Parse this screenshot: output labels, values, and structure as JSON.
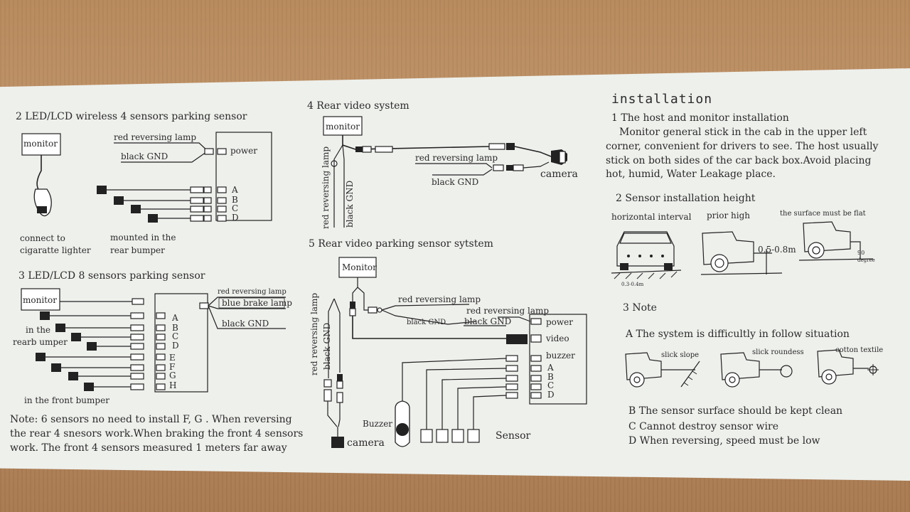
{
  "section1": {
    "title": "2 LED/LCD wireless 4 sensors parking sensor",
    "monitor": "monitor",
    "red_wire": "red reversing lamp",
    "black_wire": "black GND",
    "power": "power",
    "ports": [
      "A",
      "B",
      "C",
      "D"
    ],
    "cig_caption": [
      "connect to",
      "cigaratte lighter"
    ],
    "bumper_caption": [
      "mounted in the",
      "rear bumper"
    ]
  },
  "section2": {
    "title": "3 LED/LCD 8 sensors parking sensor",
    "monitor": "monitor",
    "red_wire": "red reversing lamp",
    "blue_wire": "blue brake lamp",
    "black_wire": "black GND",
    "ports": [
      "A",
      "B",
      "C",
      "D",
      "E",
      "F",
      "G",
      "H"
    ],
    "rear_caption": [
      "in the",
      "rearb umper"
    ],
    "front_caption": "in the front bumper",
    "note": [
      "Note: 6 sensors no need to install F, G . When reversing",
      "the rear 4 snesors work.When braking the front 4 sensors",
      "work. The front 4 sensors measured 1 meters far away"
    ]
  },
  "section3": {
    "title": "4 Rear video system",
    "monitor": "monitor",
    "red_wire": "red reversing lamp",
    "black_wire": "black GND",
    "vert_red": "red reversing lamp",
    "vert_black": "black GND",
    "camera": "camera"
  },
  "section4": {
    "title": "5 Rear video parking sensor sytstem",
    "monitor": "Monitor",
    "red_wire_1": "red reversing lamp",
    "black_wire_1": "black GND",
    "red_wire_2": "red reversing lamp",
    "black_wire_2": "black GND",
    "vert_red": "red reversing lamp",
    "vert_black": "black GND",
    "ports": [
      "power",
      "video",
      "buzzer",
      "A",
      "B",
      "C",
      "D"
    ],
    "buzzer": "Buzzer",
    "camera": "camera",
    "sensor": "Sensor"
  },
  "installation": {
    "title": "installation",
    "sub1": "1 The host and monitor installation",
    "para": [
      "Monitor general stick in the cab in the upper left",
      "corner, convenient for drivers to see. The host usually",
      "stick on both sides of the car back box.Avoid placing",
      "hot, humid, Water Leakage place."
    ],
    "sub2": "2 Sensor installation height",
    "fig_labels": [
      "horizontal interval",
      "prior high",
      "the surface must be flat"
    ],
    "range": "0.5-0.8m",
    "spacing": "0.3-0.4m",
    "angle_num": "90",
    "angle_unit": "degree",
    "sub3": "3 Note",
    "noteA": "A The system is difficultly in follow situation",
    "hazards": [
      "slick slope",
      "slick roundess",
      "cotton textile"
    ],
    "noteB": "B The sensor surface should be kept clean",
    "noteC": "C Cannot destroy sensor wire",
    "noteD": "D When reversing, speed must be low"
  }
}
